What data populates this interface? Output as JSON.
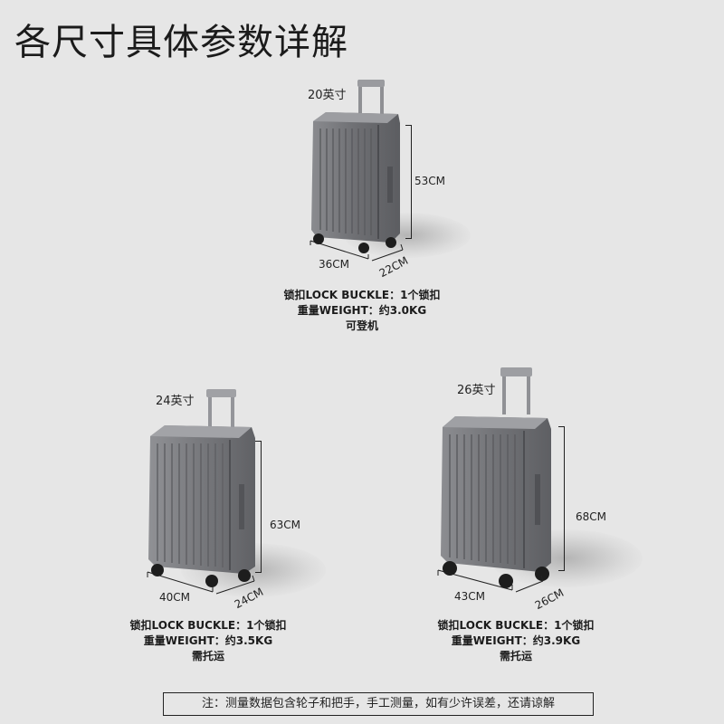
{
  "header": {
    "title": "各尺寸具体参数详解"
  },
  "suitcases": [
    {
      "size": "20英寸",
      "height": "53CM",
      "width": "36CM",
      "depth": "22CM",
      "lock": "锁扣LOCK BUCKLE：1个锁扣",
      "weight": "重量WEIGHT：约3.0KG",
      "note": "可登机"
    },
    {
      "size": "24英寸",
      "height": "63CM",
      "width": "40CM",
      "depth": "24CM",
      "lock": "锁扣LOCK BUCKLE：1个锁扣",
      "weight": "重量WEIGHT：约3.5KG",
      "note": "需托运"
    },
    {
      "size": "26英寸",
      "height": "68CM",
      "width": "43CM",
      "depth": "26CM",
      "lock": "锁扣LOCK BUCKLE：1个锁扣",
      "weight": "重量WEIGHT：约3.9KG",
      "note": "需托运"
    }
  ],
  "footer": {
    "note": "注：测量数据包含轮子和把手，手工测量，如有少许误差，还请谅解"
  },
  "colors": {
    "background": "#e6e6e6",
    "suitcase": "#75767a",
    "text": "#1b1b1b"
  }
}
